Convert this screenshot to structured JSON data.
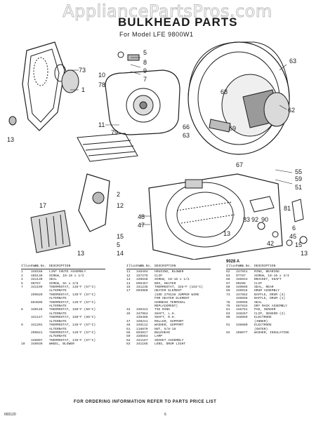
{
  "watermark": "AppliancePartsPros.com",
  "title": "BULKHEAD PARTS",
  "subtitle": "For Model LFE 9800W1",
  "figure_ref": "9028 A",
  "callouts": [
    "73",
    "1",
    "10",
    "78",
    "5",
    "8",
    "9",
    "7",
    "13",
    "11",
    "79",
    "63",
    "68",
    "62",
    "66",
    "63",
    "69",
    "67",
    "55",
    "59",
    "51",
    "17",
    "2",
    "12",
    "48",
    "47",
    "15",
    "5",
    "13",
    "14",
    "83",
    "92",
    "90",
    "81",
    "6",
    "42",
    "13",
    "45",
    "15",
    "13"
  ],
  "table_headers": {
    "ill": "Illus. No.",
    "part": "Part No.",
    "desc": "DESCRIPTION"
  },
  "parts_col1": [
    {
      "ill": "1",
      "part": "348168",
      "desc": "LINT CHUTE ASSEMBLY"
    },
    {
      "ill": "2",
      "part": "485138",
      "desc": "SCREW, 10-16 x 1/2"
    },
    {
      "ill": "4",
      "part": "341139",
      "desc": "SEAL"
    },
    {
      "ill": "5",
      "part": "90767",
      "desc": "SCREW, 8A x 3/8"
    },
    {
      "ill": "7",
      "part": "341199",
      "desc": "THERMOSTAT, 135°F (57°C)"
    },
    {
      "ill": "",
      "part": "",
      "desc": "ALTERNATE"
    },
    {
      "ill": "",
      "part": "299620",
      "desc": "THERMOSTAT, 135°F (57°C)"
    },
    {
      "ill": "",
      "part": "",
      "desc": "ALTERNATE"
    },
    {
      "ill": "",
      "part": "694695",
      "desc": "THERMOSTAT, 135°F (57°C)"
    },
    {
      "ill": "",
      "part": "",
      "desc": "ALTERNATE"
    },
    {
      "ill": "8",
      "part": "340146",
      "desc": "THERMOSTAT, 150°F (66°C)"
    },
    {
      "ill": "",
      "part": "",
      "desc": "ALTERNATE"
    },
    {
      "ill": "",
      "part": "341147",
      "desc": "THERMOSTAT, 150°F (66°C)"
    },
    {
      "ill": "",
      "part": "",
      "desc": "ALTERNATE"
    },
    {
      "ill": "9",
      "part": "341201",
      "desc": "THERMOSTAT, 135°F (57°C)"
    },
    {
      "ill": "",
      "part": "",
      "desc": "ALTERNATE"
    },
    {
      "ill": "",
      "part": "299621",
      "desc": "THERMOSTAT, 135°F (57°C)"
    },
    {
      "ill": "",
      "part": "",
      "desc": "ALTERNATE"
    },
    {
      "ill": "",
      "part": "348897",
      "desc": "THERMOSTAT, 135°F (57°C)"
    },
    {
      "ill": "10",
      "part": "348939",
      "desc": "WHEEL, BLOWER"
    }
  ],
  "parts_col2": [
    {
      "ill": "11",
      "part": "348494",
      "desc": "HOUSING, BLOWER"
    },
    {
      "ill": "12",
      "part": "337279",
      "desc": "CLIP"
    },
    {
      "ill": "13",
      "part": "339648",
      "desc": "SCREW, 10-16 x 1/2"
    },
    {
      "ill": "14",
      "part": "695457",
      "desc": "BOX, HEATER"
    },
    {
      "ill": "15",
      "part": "341236",
      "desc": "THERMOSTAT, 325°F (163°C)"
    },
    {
      "ill": "17",
      "part": "693980",
      "desc": "HEATER ELEMENT"
    },
    {
      "ill": "",
      "part": "",
      "desc": "(USE 279138 JUMPER WIRE"
    },
    {
      "ill": "",
      "part": "",
      "desc": "FOR HEATER ELEMENT"
    },
    {
      "ill": "",
      "part": "",
      "desc": "HARNESS TERMINAL"
    },
    {
      "ill": "",
      "part": "",
      "desc": "REPLACEMENT)"
    },
    {
      "ill": "42",
      "part": "339413",
      "desc": "TIE RING"
    },
    {
      "ill": "45",
      "part": "347964",
      "desc": "SHAFT, L.H."
    },
    {
      "ill": "",
      "part": "339489",
      "desc": "SHAFT, R.H."
    },
    {
      "ill": "47",
      "part": "339241",
      "desc": "ROLLER, SUPPORT"
    },
    {
      "ill": "48",
      "part": "348112",
      "desc": "WASHER, SUPPORT"
    },
    {
      "ill": "51",
      "part": "118879",
      "desc": "NUT, 5/8-16"
    },
    {
      "ill": "55",
      "part": "693817",
      "desc": "BULKHEAD"
    },
    {
      "ill": "59",
      "part": "338564",
      "desc": "LAMP"
    },
    {
      "ill": "62",
      "part": "341167",
      "desc": "SOCKET ASSEMBLY"
    },
    {
      "ill": "63",
      "part": "341165",
      "desc": "LENS, DRUM LIGHT"
    }
  ],
  "parts_col3": [
    {
      "ill": "62",
      "part": "337651",
      "desc": "RING, BEARING"
    },
    {
      "ill": "63",
      "part": "97787",
      "desc": "SCREW, 10-16 x 3/4"
    },
    {
      "ill": "66",
      "part": "348944",
      "desc": "BRACKET, SHAFT"
    },
    {
      "ill": "67",
      "part": "90296",
      "desc": "CLIP"
    },
    {
      "ill": "68",
      "part": "349089",
      "desc": "SEAL, REAR"
    },
    {
      "ill": "69",
      "part": "349916",
      "desc": "DRUM ASSEMBLY"
    },
    {
      "ill": "73",
      "part": "347852",
      "desc": "BAFFLE, DRUM (3)"
    },
    {
      "ill": "",
      "part": "348858",
      "desc": "BAFFLE, DRUM (1)"
    },
    {
      "ill": "78",
      "part": "339956",
      "desc": "SEAL"
    },
    {
      "ill": "79",
      "part": "667834",
      "desc": "DRY RACK ASSEMBLY"
    },
    {
      "ill": "81",
      "part": "348761",
      "desc": "PAD, SENSOR"
    },
    {
      "ill": "83",
      "part": "348267",
      "desc": "CLIP, SENSOR (2)"
    },
    {
      "ill": "90",
      "part": "348859",
      "desc": "ELECTRODE"
    },
    {
      "ill": "",
      "part": "",
      "desc": "(INNER)"
    },
    {
      "ill": "91",
      "part": "348860",
      "desc": "ELECTRODE"
    },
    {
      "ill": "",
      "part": "",
      "desc": "(OUTER)"
    },
    {
      "ill": "92",
      "part": "298077",
      "desc": "WASHER, INSULATING"
    }
  ],
  "footer": "FOR ORDERING INFORMATION REFER TO PARTS PRICE LIST",
  "doc_number": "660120",
  "page_number": "6"
}
